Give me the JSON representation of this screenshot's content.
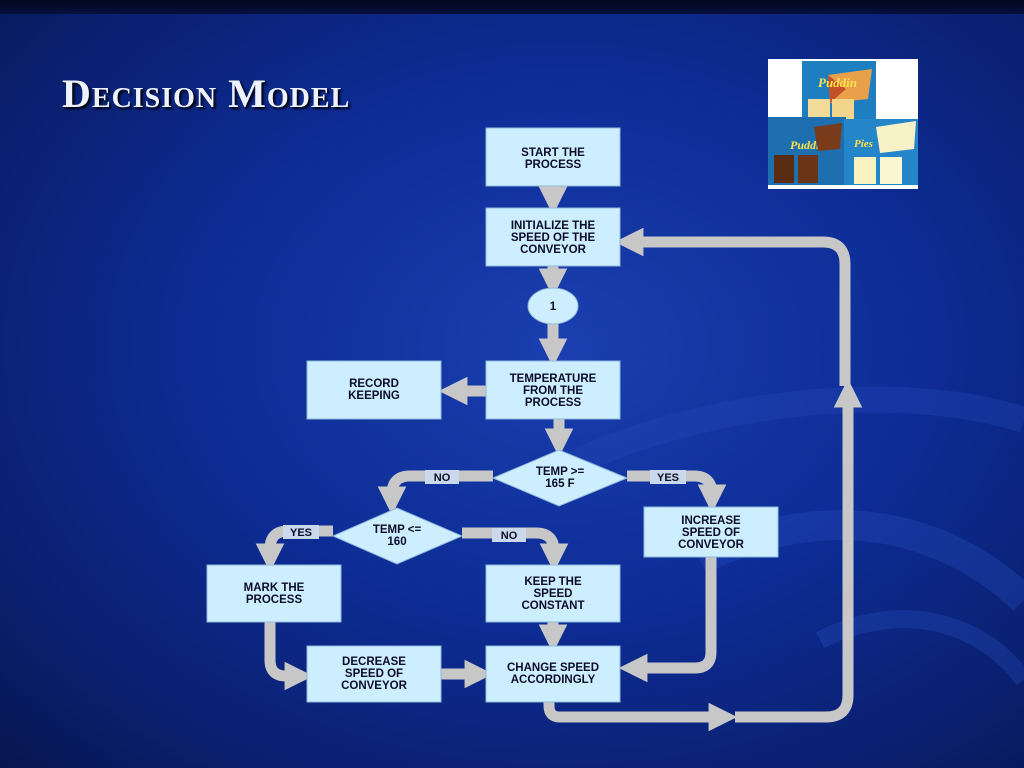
{
  "slide": {
    "title": "Decision Model"
  },
  "colors": {
    "background": "#0d2c95",
    "box_fill": "#cdeeff",
    "box_stroke": "#8fb8d8",
    "arrow": "#c7c7c7"
  },
  "nodes": [
    {
      "id": "start",
      "shape": "rect",
      "lines": [
        "START THE",
        "PROCESS"
      ]
    },
    {
      "id": "init",
      "shape": "rect",
      "lines": [
        "INITIALIZE THE",
        "SPEED OF THE",
        "CONVEYOR"
      ]
    },
    {
      "id": "conn1",
      "shape": "ellipse",
      "lines": [
        "1"
      ]
    },
    {
      "id": "temp",
      "shape": "rect",
      "lines": [
        "TEMPERATURE",
        "FROM THE",
        "PROCESS"
      ]
    },
    {
      "id": "record",
      "shape": "rect",
      "lines": [
        "RECORD",
        "KEEPING"
      ]
    },
    {
      "id": "d165",
      "shape": "diamond",
      "lines": [
        "TEMP >=",
        "165 F"
      ]
    },
    {
      "id": "increase",
      "shape": "rect",
      "lines": [
        "INCREASE",
        "SPEED OF",
        "CONVEYOR"
      ]
    },
    {
      "id": "d160",
      "shape": "diamond",
      "lines": [
        "TEMP <=",
        "160"
      ]
    },
    {
      "id": "mark",
      "shape": "rect",
      "lines": [
        "MARK THE",
        "PROCESS"
      ]
    },
    {
      "id": "keep",
      "shape": "rect",
      "lines": [
        "KEEP THE",
        "SPEED",
        "CONSTANT"
      ]
    },
    {
      "id": "decrease",
      "shape": "rect",
      "lines": [
        "DECREASE",
        "SPEED OF",
        "CONVEYOR"
      ]
    },
    {
      "id": "change",
      "shape": "rect",
      "lines": [
        "CHANGE SPEED",
        "ACCORDINGLY"
      ]
    }
  ],
  "edges": [
    {
      "from": "start",
      "to": "init",
      "label": ""
    },
    {
      "from": "init",
      "to": "conn1",
      "label": ""
    },
    {
      "from": "conn1",
      "to": "temp",
      "label": ""
    },
    {
      "from": "temp",
      "to": "record",
      "label": ""
    },
    {
      "from": "temp",
      "to": "d165",
      "label": ""
    },
    {
      "from": "d165",
      "to": "d160",
      "label": "NO"
    },
    {
      "from": "d165",
      "to": "increase",
      "label": "YES"
    },
    {
      "from": "d160",
      "to": "mark",
      "label": "YES"
    },
    {
      "from": "d160",
      "to": "keep",
      "label": "NO"
    },
    {
      "from": "mark",
      "to": "decrease",
      "label": ""
    },
    {
      "from": "keep",
      "to": "change",
      "label": ""
    },
    {
      "from": "decrease",
      "to": "change",
      "label": ""
    },
    {
      "from": "increase",
      "to": "change",
      "label": ""
    },
    {
      "from": "change",
      "to": "init",
      "label": ""
    }
  ]
}
